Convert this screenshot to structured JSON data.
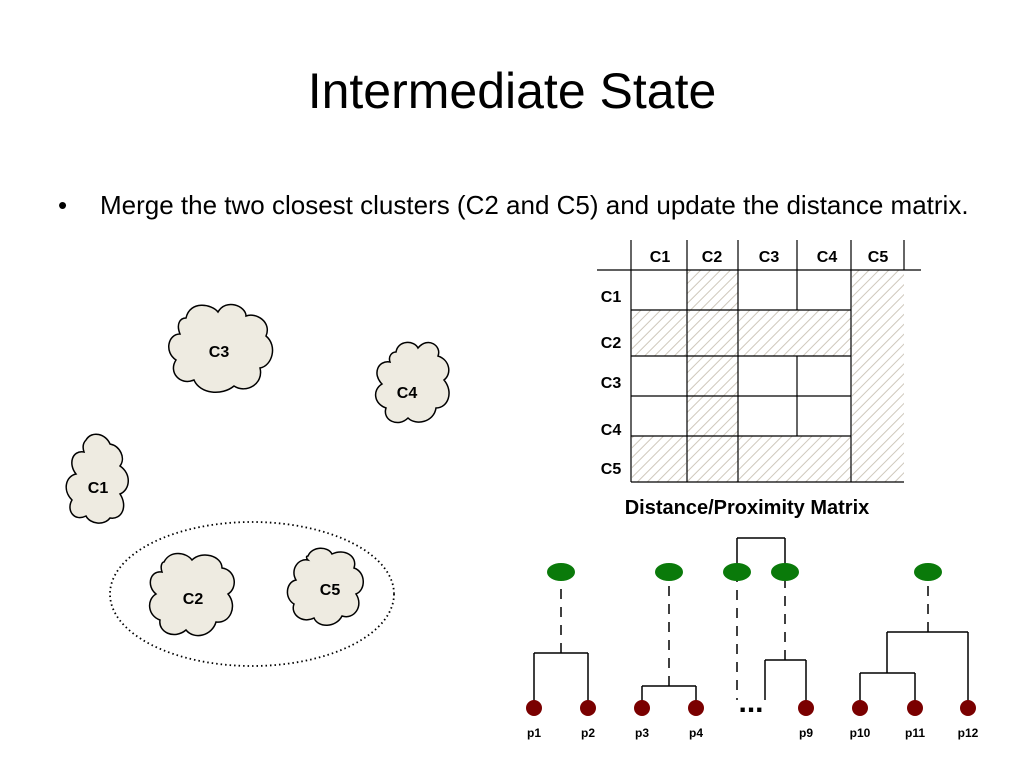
{
  "slide": {
    "title": "Intermediate State",
    "bullet_marker": "•",
    "bullet_text": "Merge the two closest clusters (C2 and C5)  and update the distance matrix."
  },
  "clusters": [
    "C3",
    "C4",
    "C1",
    "C2",
    "C5"
  ],
  "matrix": {
    "column_headers": [
      "C1",
      "C2",
      "C3",
      "C4",
      "C5"
    ],
    "row_headers": [
      "C1",
      "C2",
      "C3",
      "C4",
      "C5"
    ],
    "caption": "Distance/Proximity Matrix"
  },
  "dendrogram": {
    "leaves": [
      "p1",
      "p2",
      "p3",
      "p4",
      "p9",
      "p10",
      "p11",
      "p12"
    ],
    "ellipsis": "..."
  },
  "colors": {
    "cluster_fill": "#eeebe1",
    "node_green": "#0a7a0a",
    "leaf_red": "#7a0000",
    "hatch": "#cfc8bc"
  }
}
